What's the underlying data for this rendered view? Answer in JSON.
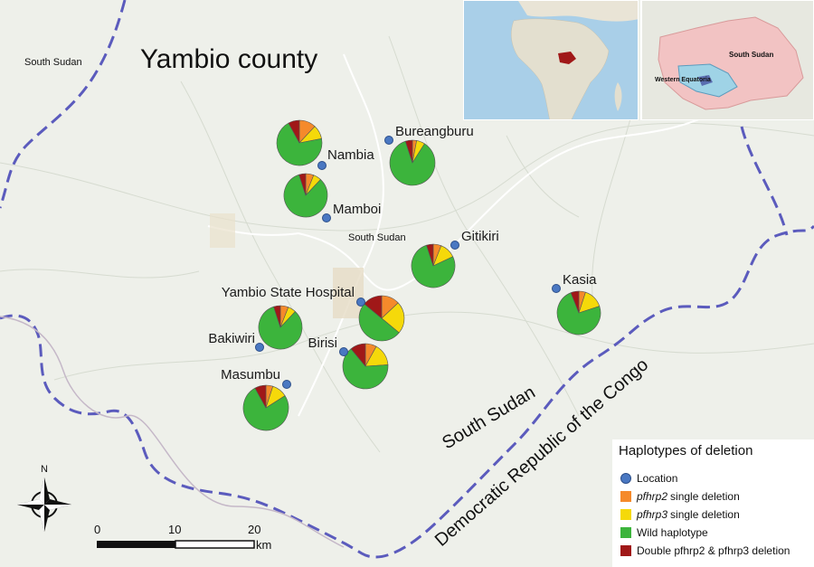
{
  "map": {
    "title": "Yambio county",
    "region_labels": {
      "south_sudan_top_left": "South Sudan",
      "south_sudan_center": "South Sudan",
      "south_sudan_border": "South Sudan",
      "drc_border": "Democratic Republic of the Congo"
    },
    "sites": [
      {
        "name": "Nambia",
        "counts": {
          "p2": 1.2,
          "p3": 1.0,
          "wild": 7.0,
          "double": 0.8
        }
      },
      {
        "name": "Bureangburu",
        "counts": {
          "p2": 0.3,
          "p3": 0.6,
          "wild": 8.6,
          "double": 0.5
        }
      },
      {
        "name": "Mamboi",
        "counts": {
          "p2": 0.6,
          "p3": 0.6,
          "wild": 8.3,
          "double": 0.5
        }
      },
      {
        "name": "Gitikiri",
        "counts": {
          "p2": 0.6,
          "p3": 1.2,
          "wild": 7.7,
          "double": 0.5
        }
      },
      {
        "name": "Kasia",
        "counts": {
          "p2": 0.5,
          "p3": 1.5,
          "wild": 7.4,
          "double": 0.6
        }
      },
      {
        "name": "Yambio State Hospital",
        "counts": {
          "p2": 1.3,
          "p3": 2.3,
          "wild": 5.0,
          "double": 1.4
        }
      },
      {
        "name": "Bakiwiri",
        "counts": {
          "p2": 0.6,
          "p3": 0.6,
          "wild": 8.3,
          "double": 0.5
        }
      },
      {
        "name": "Birisi",
        "counts": {
          "p2": 0.8,
          "p3": 1.6,
          "wild": 6.5,
          "double": 1.1
        }
      },
      {
        "name": "Masumbu",
        "counts": {
          "p2": 0.5,
          "p3": 1.1,
          "wild": 7.6,
          "double": 0.8
        }
      }
    ],
    "colors": {
      "location": "#4a78c2",
      "p2": "#f58a2b",
      "p3": "#f5d90a",
      "wild": "#3cb43c",
      "double": "#a01818",
      "border": "#5b5bbd"
    },
    "compass_label": "N",
    "scale": {
      "ticks": [
        "0",
        "10",
        "20"
      ],
      "unit": "km"
    }
  },
  "legend": {
    "title": "Haplotypes of deletion",
    "items": [
      {
        "key": "location",
        "italic": "",
        "text": "Location"
      },
      {
        "key": "p2",
        "italic": "pfhrp2",
        "text": "single deletion"
      },
      {
        "key": "p3",
        "italic": "pfhrp3",
        "text": "single deletion"
      },
      {
        "key": "wild",
        "italic": "",
        "text": "Wild haplotype"
      },
      {
        "key": "double",
        "italic": "",
        "text": "Double pfhrp2 & pfhrp3 deletion"
      }
    ]
  },
  "insets": {
    "country_label": "South Sudan",
    "state_label": "Western Equatoria"
  }
}
